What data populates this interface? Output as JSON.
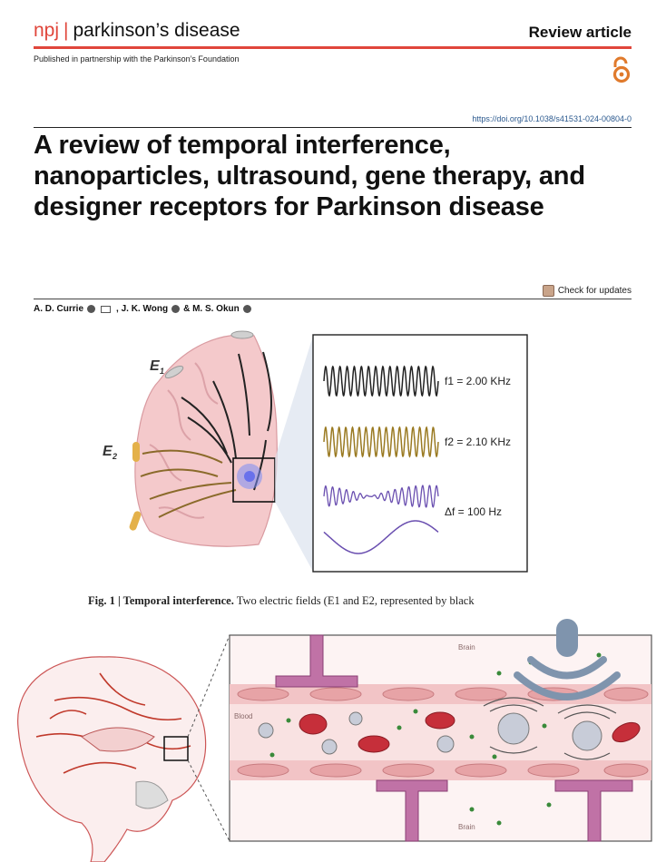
{
  "header": {
    "journal_prefix": "npj",
    "journal_name": "parkinson’s disease",
    "article_type": "Review article",
    "partnership": "Published in partnership with the Parkinson’s Foundation",
    "doi": "https://doi.org/10.1038/s41531-024-00804-0"
  },
  "article": {
    "title": "A review of temporal interference, nanoparticles, ultrasound, gene therapy, and designer receptors for Parkinson disease",
    "check_updates": "Check for updates",
    "authors": {
      "a1": "A. D. Currie",
      "a2": ", J. K. Wong",
      "a3": " & M. S. Okun"
    }
  },
  "figure1": {
    "electrode_labels": [
      "E1",
      "E2"
    ],
    "signals": [
      {
        "label": "f1 = 2.00 KHz",
        "color": "#222222"
      },
      {
        "label": "f2 = 2.10 KHz",
        "color": "#9a7a22"
      },
      {
        "label": "Δf = 100 Hz",
        "color": "#6a4fb0"
      }
    ],
    "caption_label": "Fig. 1 | Temporal interference.",
    "caption_text": " Two electric fields (E1 and E2, represented by black"
  },
  "figure2": {
    "labels": {
      "brain_top": "Brain",
      "blood": "Blood",
      "brain_bottom": "Brain"
    }
  },
  "colors": {
    "accent": "#e0463b",
    "doi": "#2c5a8f",
    "oa": "#e07a2c"
  }
}
